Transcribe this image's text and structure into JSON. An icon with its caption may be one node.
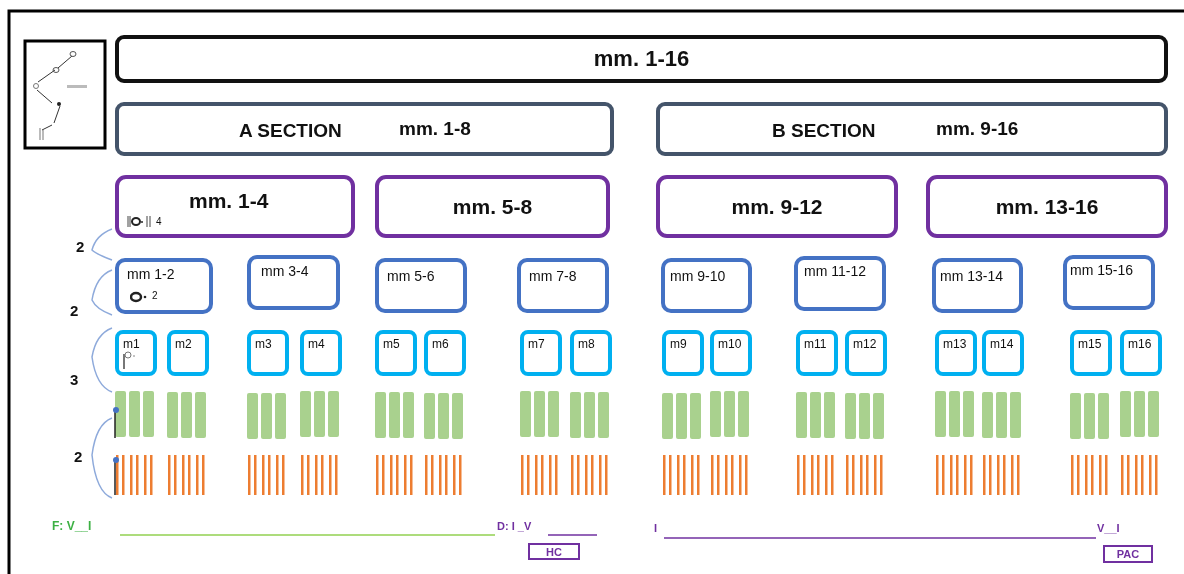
{
  "diagram": {
    "nodes": [
      {
        "text": [
          "mm. 1-16"
        ]
      },
      {
        "text": [
          "A SECTION",
          "mm. 1-8"
        ]
      },
      {
        "text": [
          "B SECTION",
          "mm. 9-16"
        ]
      },
      {
        "text": [
          "mm. 1-4",
          "4"
        ]
      },
      {
        "text": [
          "mm. 5-8"
        ]
      },
      {
        "text": [
          "mm. 9-12"
        ]
      },
      {
        "text": [
          "mm. 13-16"
        ]
      },
      {
        "text": [
          "mm 1-2",
          "2"
        ]
      },
      {
        "text": [
          "mm 3-4"
        ]
      },
      {
        "text": [
          "mm 5-6"
        ]
      },
      {
        "text": [
          "mm 7-8"
        ]
      },
      {
        "text": [
          "mm 9-10"
        ]
      },
      {
        "text": [
          "mm 11-12"
        ]
      },
      {
        "text": [
          "mm 13-14"
        ]
      },
      {
        "text": [
          "mm 15-16"
        ]
      },
      {
        "text": [
          "m1"
        ]
      },
      {
        "text": [
          "m2"
        ]
      },
      {
        "text": [
          "m3"
        ]
      },
      {
        "text": [
          "m4"
        ]
      },
      {
        "text": [
          "m5"
        ]
      },
      {
        "text": [
          "m6"
        ]
      },
      {
        "text": [
          "m7"
        ]
      },
      {
        "text": [
          "m8"
        ]
      },
      {
        "text": [
          "m9"
        ]
      },
      {
        "text": [
          "m10"
        ]
      },
      {
        "text": [
          "m11"
        ]
      },
      {
        "text": [
          "m12"
        ]
      },
      {
        "text": [
          "m13"
        ]
      },
      {
        "text": [
          "m14"
        ]
      },
      {
        "text": [
          "m15"
        ]
      },
      {
        "text": [
          "m16"
        ]
      },
      {
        "text": [
          "HC"
        ]
      },
      {
        "text": [
          "PAC"
        ]
      }
    ],
    "labels": [
      "2",
      "2",
      "3",
      "2",
      "F: V__I",
      "D: I _V",
      "I",
      "V__I"
    ]
  }
}
